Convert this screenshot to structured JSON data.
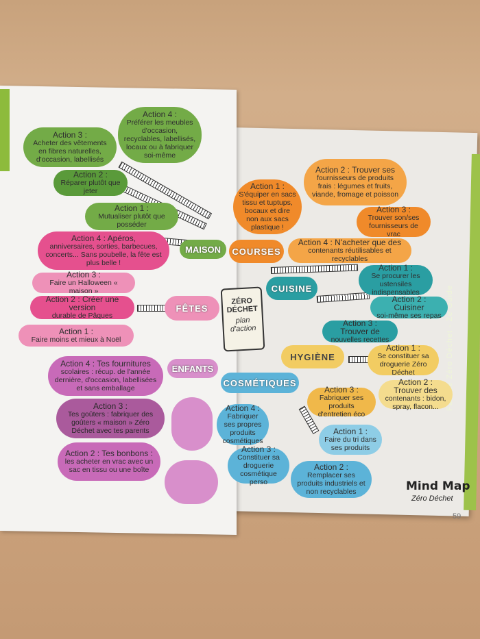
{
  "book": {
    "spine_text": "Famille Zéro Déchet - Ze Guide",
    "page_number": "59",
    "logo_title": "Mind Map",
    "logo_subtitle": "Zéro Déchet",
    "center": {
      "line1": "ZÉRO",
      "line2": "DÉCHET",
      "line3": "plan d'action"
    }
  },
  "branches": {
    "maison": {
      "label": "MAISON",
      "actions": [
        {
          "title": "Action 4 :",
          "text": "Préférer les meubles d'occasion, recyclables, labellisés, locaux ou à fabriquer soi-même"
        },
        {
          "title": "Action 3 :",
          "text": "Acheter des vêtements en fibres naturelles, d'occasion, labellisés"
        },
        {
          "title": "Action 2 :",
          "text": "Réparer plutôt que jeter"
        },
        {
          "title": "Action 1 :",
          "text": "Mutualiser plutôt que posséder"
        }
      ]
    },
    "fetes": {
      "label": "FÊTES",
      "actions": [
        {
          "title": "Action 4 : Apéros,",
          "text": "anniversaires, sorties, barbecues, concerts... Sans poubelle, la fête est plus belle !"
        },
        {
          "title": "Action 3 :",
          "text": "Faire un Halloween « maison »"
        },
        {
          "title": "Action 2 : Créer une version",
          "text": "durable de Pâques"
        },
        {
          "title": "Action 1 :",
          "text": "Faire moins et mieux à Noël"
        }
      ]
    },
    "enfants": {
      "label": "ENFANTS",
      "actions": [
        {
          "title": "Action 4 : Tes fournitures",
          "text": "scolaires : récup. de l'année dernière, d'occasion, labellisées et sans emballage"
        },
        {
          "title": "Action 3 :",
          "text": "Tes goûters : fabriquer des goûters « maison » Zéro Déchet avec tes parents"
        },
        {
          "title": "Action 2 : Tes bonbons :",
          "text": "les acheter en vrac avec un sac en tissu ou une boîte"
        }
      ]
    },
    "courses": {
      "label": "COURSES",
      "actions": [
        {
          "title": "Action 1 :",
          "text": "S'équiper en sacs tissu et tuptups, bocaux et dire non aux sacs plastique !"
        },
        {
          "title": "Action 2 : Trouver ses",
          "text": "fournisseurs de produits frais : légumes et fruits, viande, fromage et poisson"
        },
        {
          "title": "Action 3 :",
          "text": "Trouver son/ses fournisseurs de vrac"
        },
        {
          "title": "Action 4 : N'acheter que des",
          "text": "contenants réutilisables et recyclables"
        }
      ]
    },
    "cuisine": {
      "label": "CUISINE",
      "actions": [
        {
          "title": "Action 1 :",
          "text": "Se procurer les ustensiles indispensables"
        },
        {
          "title": "Action 2 : Cuisiner",
          "text": "soi-même ses repas"
        },
        {
          "title": "Action 3 : Trouver de",
          "text": "nouvelles recettes"
        }
      ]
    },
    "hygiene": {
      "label": "HYGIÈNE",
      "actions": [
        {
          "title": "Action 1 :",
          "text": "Se constituer sa droguerie Zéro Déchet"
        },
        {
          "title": "Action 2 : Trouver des",
          "text": "contenants : bidon, spray, flacon..."
        },
        {
          "title": "Action 3 :",
          "text": "Fabriquer ses produits d'entretien éco"
        }
      ]
    },
    "cosmetiques": {
      "label": "COSMÉTIQUES",
      "actions": [
        {
          "title": "Action 1 :",
          "text": "Faire du tri dans ses produits"
        },
        {
          "title": "Action 2 :",
          "text": "Remplacer ses produits industriels et non recyclables"
        },
        {
          "title": "Action 3 :",
          "text": "Constituer sa droguerie cosmétique perso"
        },
        {
          "title": "Action 4 :",
          "text": "Fabriquer ses propres produits cosmétiques"
        }
      ]
    }
  },
  "colors": {
    "maison": "#73ab47",
    "fetes": "#e5508e",
    "enfants": "#c86ab8",
    "courses": "#f08a2a",
    "cuisine": "#2a9ea2",
    "hygiene": "#f2cc62",
    "cosmetiques": "#5cb3d8"
  }
}
